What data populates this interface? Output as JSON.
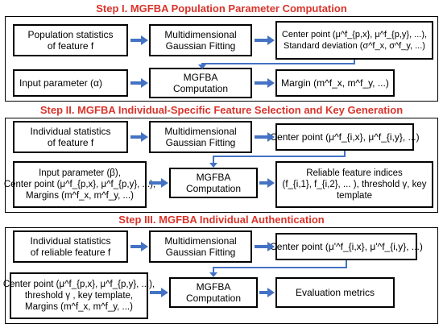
{
  "step1": {
    "title": "Step I. MGFBA Population Parameter Computation",
    "box1": [
      "Population statistics",
      "of feature f"
    ],
    "box2": [
      "Multidimensional",
      "Gaussian Fitting"
    ],
    "box3": [
      "Center point (μ^f_{p,x}, μ^f_{p,y}, ...),",
      "Standard deviation (σ^f_x, σ^f_y, ...)"
    ],
    "box4": "Input parameter (α)",
    "box5": [
      "MGFBA",
      "Computation"
    ],
    "box6": "Margin (m^f_x, m^f_y, ...)"
  },
  "step2": {
    "title": "Step II. MGFBA Individual-Specific Feature Selection and Key Generation",
    "box1": [
      "Individual statistics",
      "of feature f"
    ],
    "box2": [
      "Multidimensional",
      "Gaussian Fitting"
    ],
    "box3": "Center point (μ^f_{i,x}, μ^f_{i,y}, ...)",
    "box4": [
      "Input parameter (β),",
      "Center point (μ^f_{p,x}, μ^f_{p,y}, ...),",
      "Margins (m^f_x, m^f_y, ...)"
    ],
    "box5": [
      "MGFBA",
      "Computation"
    ],
    "box6": [
      "Reliable feature indices",
      "(f_{i,1}, f_{i,2}, ... ), threshold γ, key",
      "template"
    ]
  },
  "step3": {
    "title": "Step III. MGFBA Individual Authentication",
    "box1": [
      "Individual statistics",
      "of reliable feature f"
    ],
    "box2": [
      "Multidimensional",
      "Gaussian Fitting"
    ],
    "box3": "Center point (μ'^f_{i,x}, μ'^f_{i,y}, ...)",
    "box4": [
      "Center point (μ^f_{p,x}, μ^f_{p,y}, ...),",
      "threshold γ , key template,",
      "Margins (m^f_x, m^f_y, ...)"
    ],
    "box5": [
      "MGFBA",
      "Computation"
    ],
    "box6": "Evaluation metrics"
  },
  "colors": {
    "title": "#d9342b",
    "arrow": "#4472c4",
    "border": "#000000"
  }
}
